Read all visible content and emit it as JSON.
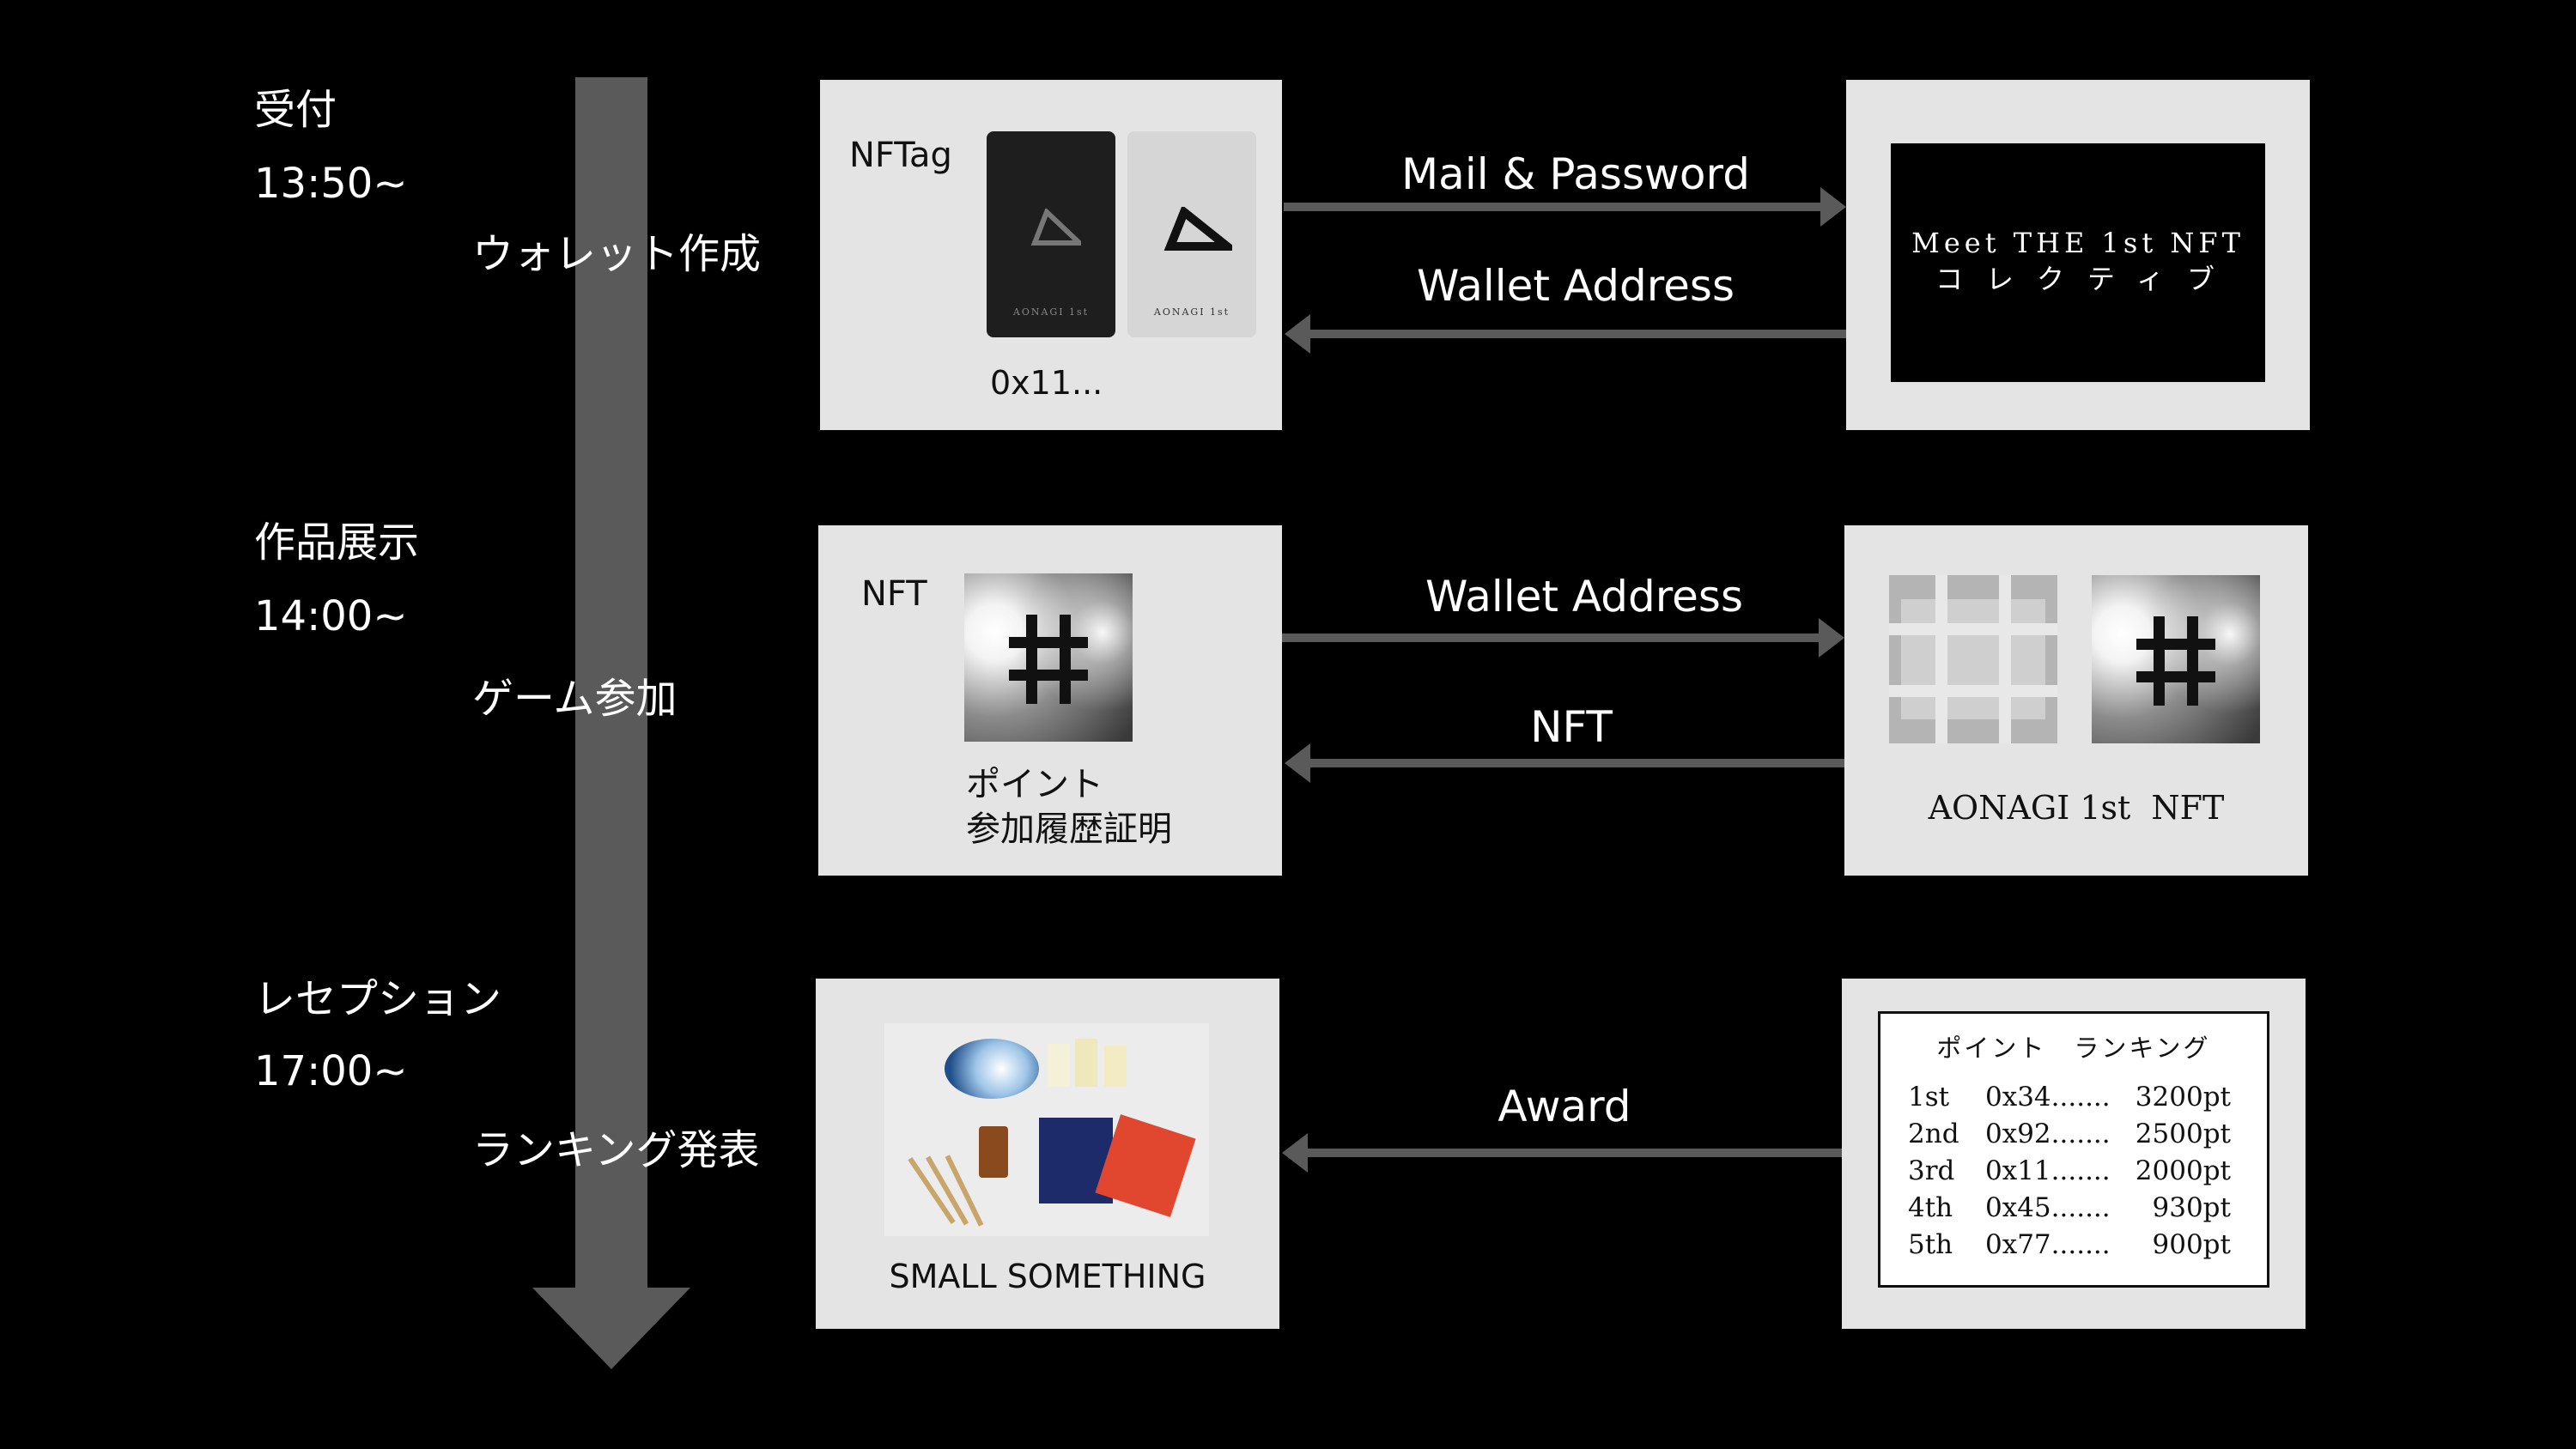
{
  "timeline": {
    "stages": [
      {
        "title": "受付",
        "time": "13:50~",
        "step": "ウォレット作成"
      },
      {
        "title": "作品展示",
        "time": "14:00~",
        "step": "ゲーム参加"
      },
      {
        "title": "レセプション",
        "time": "17:00~",
        "step": "ランキング発表"
      }
    ]
  },
  "row1": {
    "left": {
      "label": "NFTag",
      "card_caption_dark": "AONAGI 1st",
      "card_caption_light": "AONAGI 1st",
      "address": "0x11..."
    },
    "arrows": {
      "forward": "Mail & Password",
      "back": "Wallet Address"
    },
    "right": {
      "line1": "Meet THE 1st NFT",
      "line2": "コレクティブ"
    }
  },
  "row2": {
    "left": {
      "label": "NFT",
      "text1": "ポイント",
      "text2": "参加履歴証明"
    },
    "arrows": {
      "forward": "Wallet Address",
      "back": "NFT"
    },
    "right": {
      "caption": "AONAGI 1st  NFT"
    }
  },
  "row3": {
    "left": {
      "caption": "SMALL SOMETHING"
    },
    "arrows": {
      "back": "Award"
    },
    "right": {
      "title": "ポイント　ランキング",
      "rows": [
        {
          "rank": "1st",
          "addr": "0x34.......",
          "pts": "3200pt"
        },
        {
          "rank": "2nd",
          "addr": "0x92.......",
          "pts": "2500pt"
        },
        {
          "rank": "3rd",
          "addr": "0x11.......",
          "pts": "2000pt"
        },
        {
          "rank": "4th",
          "addr": "0x45.......",
          "pts": "930pt"
        },
        {
          "rank": "5th",
          "addr": "0x77.......",
          "pts": "900pt"
        }
      ]
    }
  },
  "colors": {
    "background": "#000000",
    "panel": "#e4e4e4",
    "arrow": "#5a5a5a"
  }
}
